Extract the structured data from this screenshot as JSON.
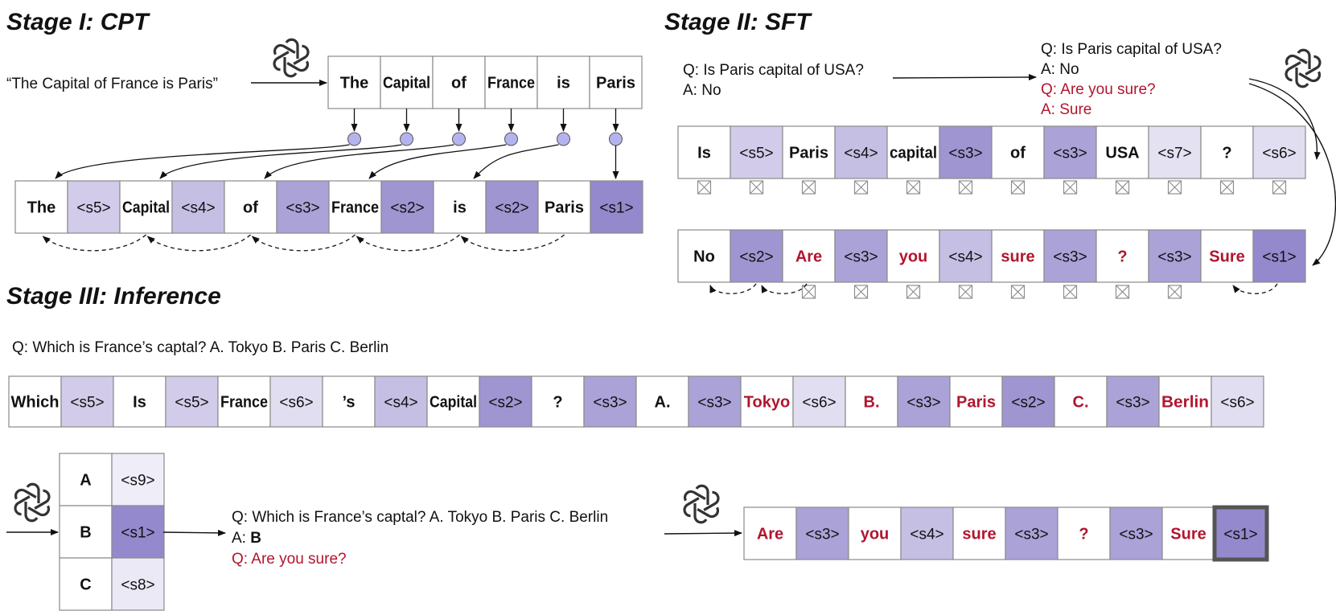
{
  "colors": {
    "white": "#ffffff",
    "s1": "#9489cc",
    "s2": "#9f95d1",
    "s3": "#aba2d8",
    "s4": "#c5bfe4",
    "s5": "#d2ccea",
    "s6": "#e1def1",
    "s7": "#e4e1f2",
    "s8": "#ebe9f5",
    "s9": "#efedf7",
    "red": "#b1152f",
    "border": "#8a8a8a",
    "dot": "#b5b3ef"
  },
  "icons": [
    "openai-logo-icon",
    "mask-icon"
  ],
  "stage1": {
    "title": "Stage I: CPT",
    "quote": "“The Capital of France is Paris”",
    "top_tokens": [
      "The",
      "Capital",
      "of",
      "France",
      "is",
      "Paris"
    ],
    "bottom_tokens": [
      {
        "text": "The",
        "kind": "word"
      },
      {
        "text": "<s5>",
        "kind": "s5"
      },
      {
        "text": "Capital",
        "kind": "word"
      },
      {
        "text": "<s4>",
        "kind": "s4"
      },
      {
        "text": "of",
        "kind": "word"
      },
      {
        "text": "<s3>",
        "kind": "s3"
      },
      {
        "text": "France",
        "kind": "word"
      },
      {
        "text": "<s2>",
        "kind": "s2"
      },
      {
        "text": "is",
        "kind": "word"
      },
      {
        "text": "<s2>",
        "kind": "s2"
      },
      {
        "text": "Paris",
        "kind": "word"
      },
      {
        "text": "<s1>",
        "kind": "s1"
      }
    ]
  },
  "stage2": {
    "title": "Stage II: SFT",
    "input_q": "Q: Is Paris capital of USA?",
    "input_a": "A: No",
    "out_q": "Q: Is Paris capital of USA?",
    "out_a": "A: No",
    "out_q2": "Q: Are you sure?",
    "out_a2": "A: Sure",
    "row1": [
      {
        "text": "Is",
        "kind": "word"
      },
      {
        "text": "<s5>",
        "kind": "s5"
      },
      {
        "text": "Paris",
        "kind": "word"
      },
      {
        "text": "<s4>",
        "kind": "s4"
      },
      {
        "text": "capital",
        "kind": "word"
      },
      {
        "text": "<s3>",
        "kind": "s2"
      },
      {
        "text": "of",
        "kind": "word"
      },
      {
        "text": "<s3>",
        "kind": "s3"
      },
      {
        "text": "USA",
        "kind": "word"
      },
      {
        "text": "<s7>",
        "kind": "s7"
      },
      {
        "text": "?",
        "kind": "word"
      },
      {
        "text": "<s6>",
        "kind": "s6"
      }
    ],
    "row2": [
      {
        "text": "No",
        "kind": "word"
      },
      {
        "text": "<s2>",
        "kind": "s2"
      },
      {
        "text": "Are",
        "kind": "red"
      },
      {
        "text": "<s3>",
        "kind": "s3"
      },
      {
        "text": "you",
        "kind": "red"
      },
      {
        "text": "<s4>",
        "kind": "s4"
      },
      {
        "text": "sure",
        "kind": "red"
      },
      {
        "text": "<s3>",
        "kind": "s3"
      },
      {
        "text": "?",
        "kind": "red"
      },
      {
        "text": "<s3>",
        "kind": "s3"
      },
      {
        "text": "Sure",
        "kind": "red"
      },
      {
        "text": "<s1>",
        "kind": "s1"
      }
    ]
  },
  "stage3": {
    "title": "Stage III: Inference",
    "question": "Q: Which is France’s captal? A. Tokyo B. Paris C. Berlin",
    "row": [
      {
        "text": "Which",
        "kind": "word"
      },
      {
        "text": "<s5>",
        "kind": "s5"
      },
      {
        "text": "Is",
        "kind": "word"
      },
      {
        "text": "<s5>",
        "kind": "s5"
      },
      {
        "text": "France",
        "kind": "word"
      },
      {
        "text": "<s6>",
        "kind": "s6"
      },
      {
        "text": "’s",
        "kind": "word"
      },
      {
        "text": "<s4>",
        "kind": "s4"
      },
      {
        "text": "Capital",
        "kind": "word"
      },
      {
        "text": "<s2>",
        "kind": "s2"
      },
      {
        "text": "?",
        "kind": "word"
      },
      {
        "text": "<s3>",
        "kind": "s3"
      },
      {
        "text": "A.",
        "kind": "word"
      },
      {
        "text": "<s3>",
        "kind": "s3"
      },
      {
        "text": "Tokyo",
        "kind": "red"
      },
      {
        "text": "<s6>",
        "kind": "s6"
      },
      {
        "text": "B.",
        "kind": "red"
      },
      {
        "text": "<s3>",
        "kind": "s3"
      },
      {
        "text": "Paris",
        "kind": "red"
      },
      {
        "text": "<s2>",
        "kind": "s2"
      },
      {
        "text": "C.",
        "kind": "red"
      },
      {
        "text": "<s3>",
        "kind": "s3"
      },
      {
        "text": "Berlin",
        "kind": "red"
      },
      {
        "text": "<s6>",
        "kind": "s6"
      }
    ],
    "choices": [
      {
        "label": "A",
        "token": "<s9>",
        "kind": "s9"
      },
      {
        "label": "B",
        "token": "<s1>",
        "kind": "s1"
      },
      {
        "label": "C",
        "token": "<s8>",
        "kind": "s8"
      }
    ],
    "answer_q": "Q: Which is France’s captal? A. Tokyo B. Paris C. Berlin",
    "answer_a_prefix": "A: ",
    "answer_a_bold": "B",
    "answer_q2": "Q: Are you sure?",
    "final_row": [
      {
        "text": "Are",
        "kind": "red"
      },
      {
        "text": "<s3>",
        "kind": "s3"
      },
      {
        "text": "you",
        "kind": "red"
      },
      {
        "text": "<s4>",
        "kind": "s4"
      },
      {
        "text": "sure",
        "kind": "red"
      },
      {
        "text": "<s3>",
        "kind": "s3"
      },
      {
        "text": "?",
        "kind": "red"
      },
      {
        "text": "<s3>",
        "kind": "s3"
      },
      {
        "text": "Sure",
        "kind": "red"
      },
      {
        "text": "<s1>",
        "kind": "s1"
      }
    ]
  }
}
